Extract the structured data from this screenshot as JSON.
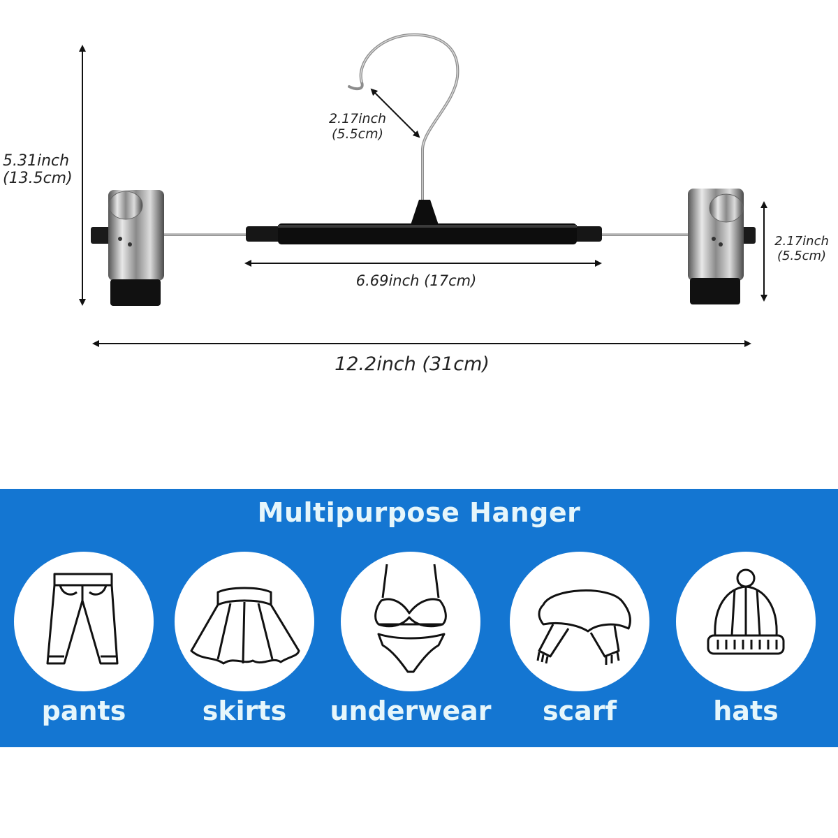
{
  "dimensions": {
    "height": {
      "line1": "5.31inch",
      "line2": "(13.5cm)"
    },
    "hook": {
      "line1": "2.17inch",
      "line2": "(5.5cm)"
    },
    "bar": {
      "label": "6.69inch (17cm)"
    },
    "clip": {
      "line1": "2.17inch",
      "line2": "(5.5cm)"
    },
    "total_width": {
      "label": "12.2inch (31cm)"
    }
  },
  "banner": {
    "title": "Multipurpose Hanger",
    "background_color": "#1476d2",
    "text_color": "#e6f6fb",
    "uses": [
      {
        "label": "pants",
        "icon": "pants-icon"
      },
      {
        "label": "skirts",
        "icon": "skirt-icon"
      },
      {
        "label": "underwear",
        "icon": "underwear-icon"
      },
      {
        "label": "scarf",
        "icon": "scarf-icon"
      },
      {
        "label": "hats",
        "icon": "hat-icon"
      }
    ]
  }
}
